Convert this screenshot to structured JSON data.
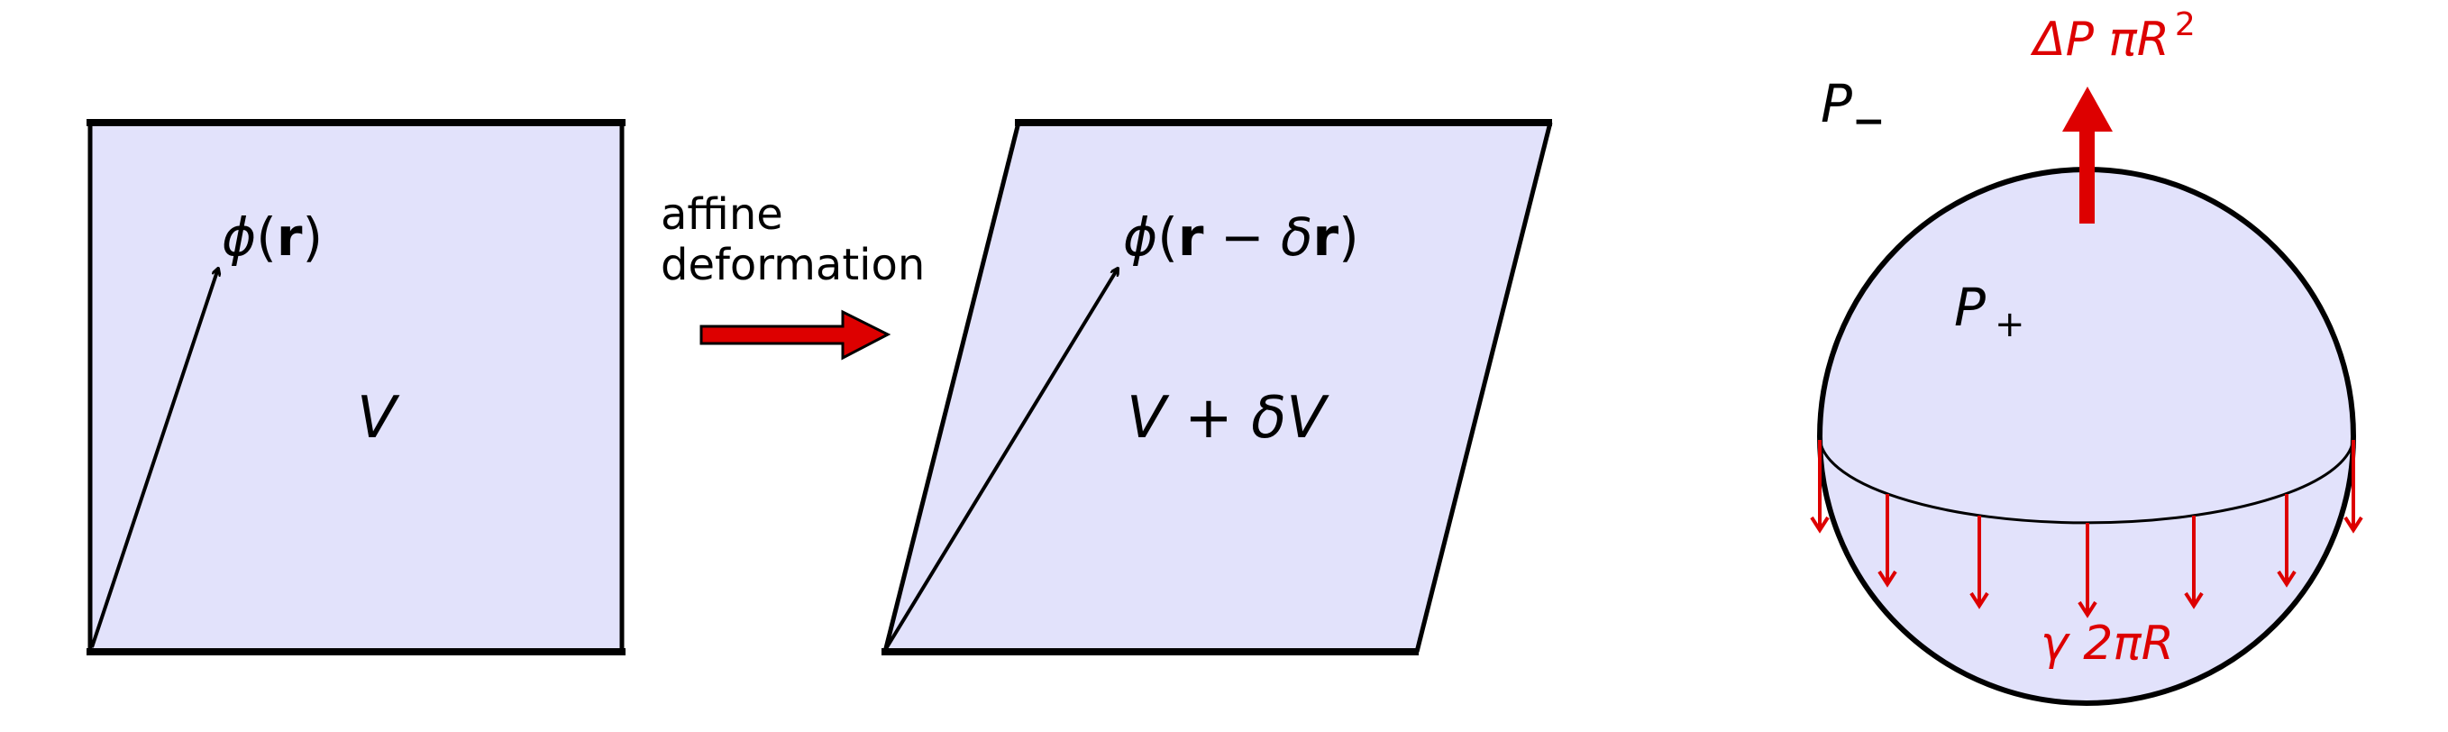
{
  "colors": {
    "fill": "#e2e2fb",
    "stroke": "#000000",
    "accent": "#dd0000"
  },
  "panel1": {
    "phi": "ϕ",
    "open": "(",
    "r": "r",
    "close": ")",
    "volume": "V"
  },
  "arrow_label": {
    "line1": "affine",
    "line2": "deformation"
  },
  "panel2": {
    "phi": "ϕ",
    "open": "(",
    "r": "r",
    "minus": " − ",
    "delta": "δ",
    "r2": "r",
    "close": ")",
    "volume": "V + δV"
  },
  "panel3": {
    "p_minus_base": "P",
    "p_minus_sub": "−",
    "p_plus_base": "P",
    "p_plus_sub": "+",
    "force_top": "ΔP πR",
    "force_top_exp": "2",
    "force_bottom": "γ 2πR"
  }
}
